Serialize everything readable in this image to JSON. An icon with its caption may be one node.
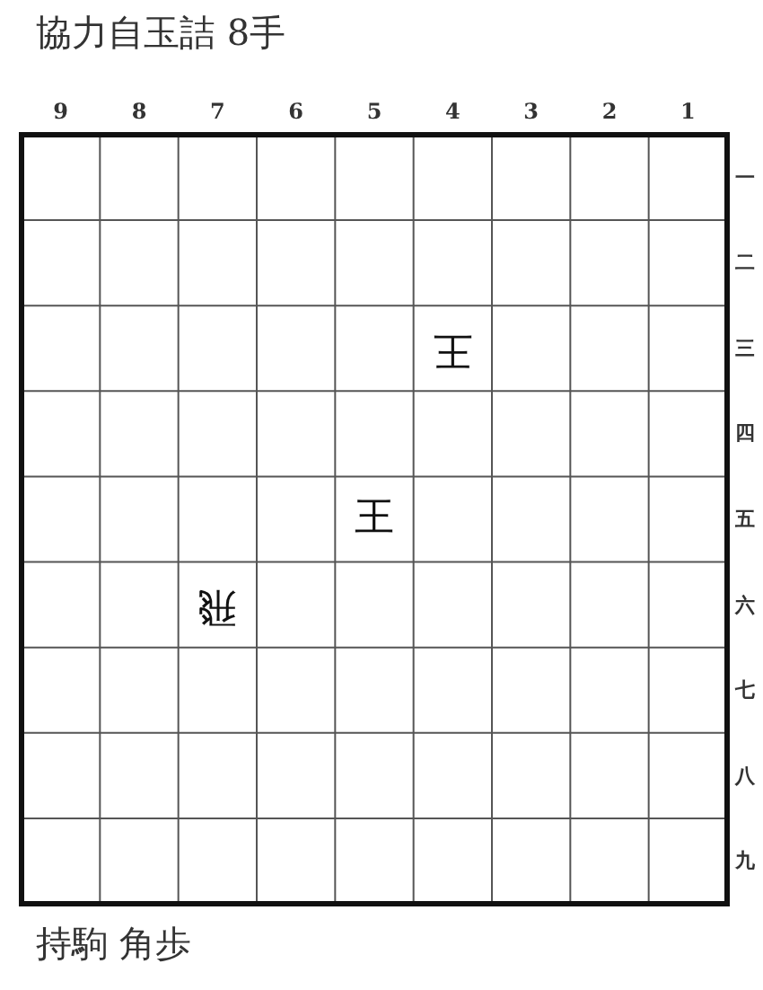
{
  "diagram": {
    "title": "協力自玉詰 8手",
    "labels": [
      "9",
      "8",
      "7",
      "6",
      "5",
      "4",
      "3",
      "2",
      "1",
      "一",
      "二",
      "三",
      "四",
      "五",
      "六",
      "七",
      "八",
      "九",
      "王",
      "王",
      "飛",
      "持駒 角歩"
    ]
  }
}
